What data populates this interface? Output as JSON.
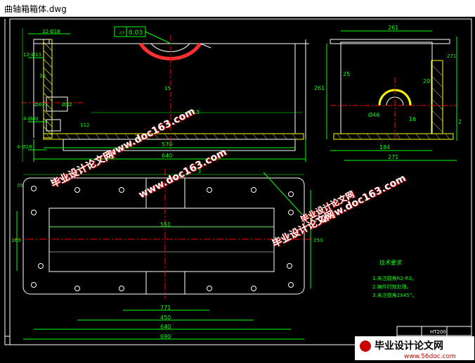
{
  "window": {
    "title": "曲轴箱箱体.dwg"
  },
  "drawing": {
    "front_view": {
      "tolerance_box": "0.03",
      "dims": {
        "hole_a": "12-Ø16",
        "hole_b": "12-Ø13",
        "hole_c": "4-Ø40",
        "hole_d": "4-Ø18",
        "dia_60": "Ø60",
        "dia_32": "Ø32",
        "r13": "R13",
        "len_570": "570",
        "len_640": "640",
        "d_10": "10",
        "d_15": "15",
        "d_112": "112"
      }
    },
    "side_view": {
      "dims": {
        "top_261": "261",
        "top_271": "271",
        "height_261": "261",
        "bot_184": "184",
        "bot_271": "271",
        "dia_46": "Ø46",
        "d_20": "20",
        "d_25": "25",
        "d_16": "16",
        "d_2": "2"
      }
    },
    "plan_view": {
      "dims": {
        "d_35": "35",
        "d_3": "3",
        "w_551": "551",
        "w_771": "771",
        "w_450": "450",
        "w_640": "640",
        "w_690": "690",
        "h_160": "160",
        "h_250": "250"
      }
    },
    "notes": {
      "heading": "技术要求",
      "line1": "1.未注圆角R2-R3。",
      "line2": "2.铸件时效处理。",
      "line3": "3.未注倒角2X45°。"
    },
    "title_block": {
      "material": "HT200"
    },
    "watermarks": {
      "site_a": "www.doc163.com",
      "site_b": "www.doc163.com",
      "site_c": "www.doc163.com",
      "brand_a": "毕业设计论文网",
      "brand_b": "毕业设计论文网",
      "brand_c": "毕业设计论文网",
      "footer_brand": "毕业设计论文网",
      "footer_site": "www.56doc.com"
    }
  },
  "colors": {
    "background": "#000000",
    "outline": "#ffffff",
    "dimension": "#00ff00",
    "centerline": "#ff0000",
    "hatch": "#ffff00",
    "arc": "#ff3030",
    "watermark_text": "#ffffff",
    "watermark_shadow": "#ff0000"
  }
}
